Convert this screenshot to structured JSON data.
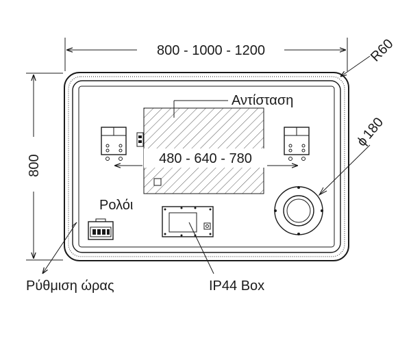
{
  "dimensions": {
    "width": "800 - 1000 - 1200",
    "height": "800",
    "radius": "R60",
    "diameter": "180",
    "diameter_symbol": "ϕ",
    "heater_width": "480 - 640 - 780"
  },
  "labels": {
    "heater": "Αντίσταση",
    "clock": "Ρολόι",
    "time_setting": "Ρύθμιση ώρας",
    "ip44_box": "IP44  Box"
  },
  "colors": {
    "line": "#1a1a1a",
    "background": "#ffffff"
  },
  "icons": [
    "arrow-icon",
    "diameter-icon",
    "clock-display-icon",
    "switch-icon",
    "round-light-icon"
  ]
}
